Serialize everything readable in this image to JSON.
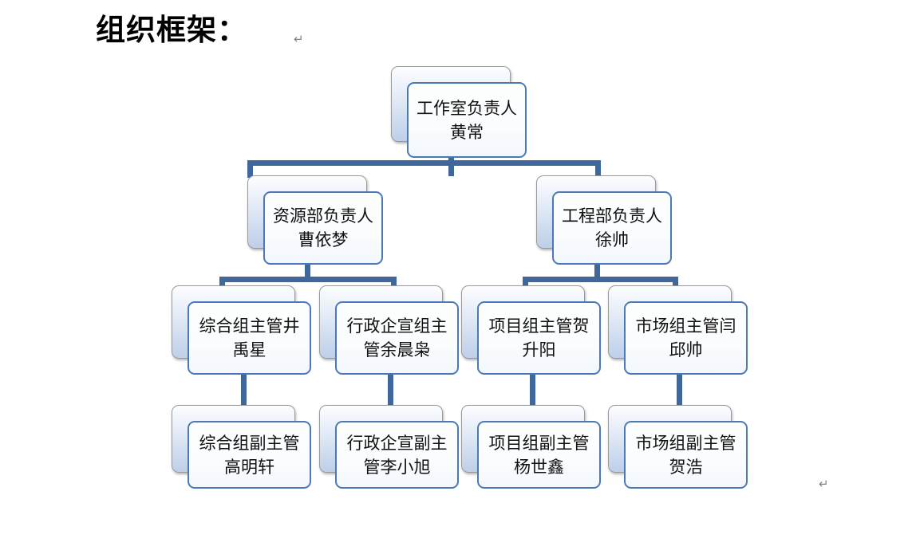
{
  "document": {
    "title": "组织框架：",
    "title_paragraph_mark": "↵",
    "footer_paragraph_mark": "↵"
  },
  "colors": {
    "connector": "#40679b",
    "box_border_front": "#4a7ab5",
    "box_border_back": "#9a9a9a",
    "box_fill_front": "#fafcfe",
    "box_fill_back_top": "#fcfdfe",
    "box_fill_back_bottom": "#bdcfe8",
    "text": "#101010",
    "mark": "#808080",
    "background": "#ffffff"
  },
  "org_chart": {
    "levels": [
      {
        "level": 1,
        "nodes": [
          {
            "id": "studio-lead",
            "label": "工作室负责人黄常"
          }
        ]
      },
      {
        "level": 2,
        "nodes": [
          {
            "id": "resource-dept-lead",
            "label": "资源部负责人曹依梦"
          },
          {
            "id": "engineering-dept-lead",
            "label": "工程部负责人徐帅"
          }
        ]
      },
      {
        "level": 3,
        "nodes": [
          {
            "id": "general-group-head",
            "label": "综合组主管井禹星"
          },
          {
            "id": "admin-pr-group-head",
            "label": "行政企宣组主管余晨枭"
          },
          {
            "id": "project-group-head",
            "label": "项目组主管贺升阳"
          },
          {
            "id": "market-group-head",
            "label": "市场组主管闫邱帅"
          }
        ]
      },
      {
        "level": 4,
        "nodes": [
          {
            "id": "general-group-deputy",
            "label": "综合组副主管高明轩"
          },
          {
            "id": "admin-pr-group-deputy",
            "label": "行政企宣副主管李小旭"
          },
          {
            "id": "project-group-deputy",
            "label": "项目组副主管杨世鑫"
          },
          {
            "id": "market-group-deputy",
            "label": "市场组副主管贺浩"
          }
        ]
      }
    ]
  }
}
